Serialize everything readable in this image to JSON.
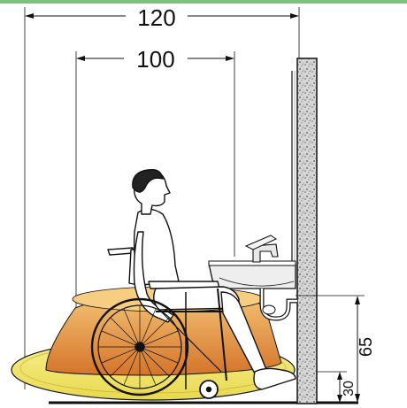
{
  "dimensions": {
    "overall_width": "120",
    "inner_width": "100",
    "basin_height": "65",
    "knee_clearance": "30"
  },
  "colors": {
    "top_bar": "#7cc47c",
    "floor_disc": "#f2ea7a",
    "turning_cone_top": "#f4c26a",
    "turning_cone_bottom": "#d8782e",
    "wall": "#cfcfcf",
    "line": "#111111"
  }
}
